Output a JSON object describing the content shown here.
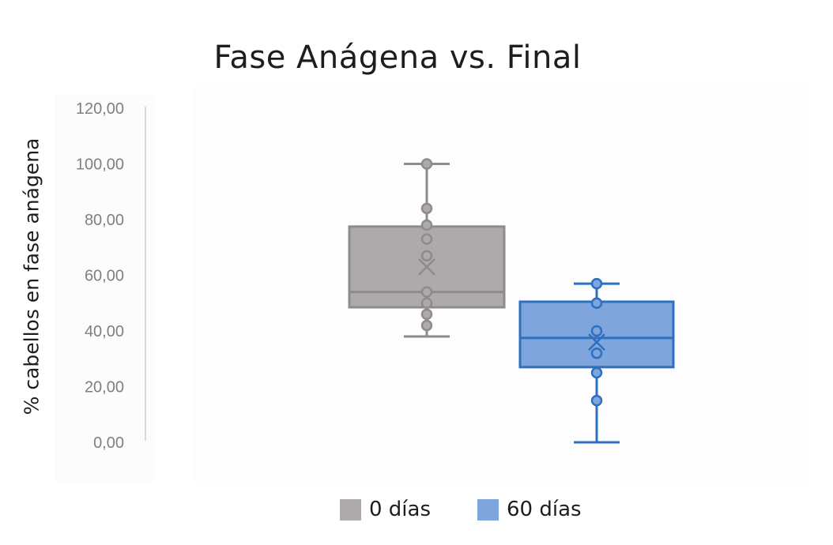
{
  "chart_data": {
    "type": "boxplot",
    "title": "Fase Anágena vs. Final",
    "xlabel": "",
    "ylabel": "% cabellos en fase anágena",
    "ylim": [
      0,
      120
    ],
    "yticks": [
      "0,00",
      "20,00",
      "40,00",
      "60,00",
      "80,00",
      "100,00",
      "120,00"
    ],
    "grid": false,
    "legend_position": "bottom",
    "series": [
      {
        "name": "0 días",
        "color": "#aeaaab",
        "stroke": "#8f8b8c",
        "min": 38,
        "q1": 48.5,
        "median": 54,
        "q3": 77.5,
        "max": 100,
        "mean": 63,
        "points": [
          100,
          84,
          78,
          73,
          67,
          54,
          50,
          46,
          42
        ]
      },
      {
        "name": "60 días",
        "color": "#7ea6dc",
        "stroke": "#2e6fc0",
        "min": 0,
        "q1": 27,
        "median": 37.5,
        "q3": 50.5,
        "max": 57,
        "mean": 36,
        "points": [
          57,
          50,
          40,
          32,
          25,
          15
        ]
      }
    ]
  }
}
